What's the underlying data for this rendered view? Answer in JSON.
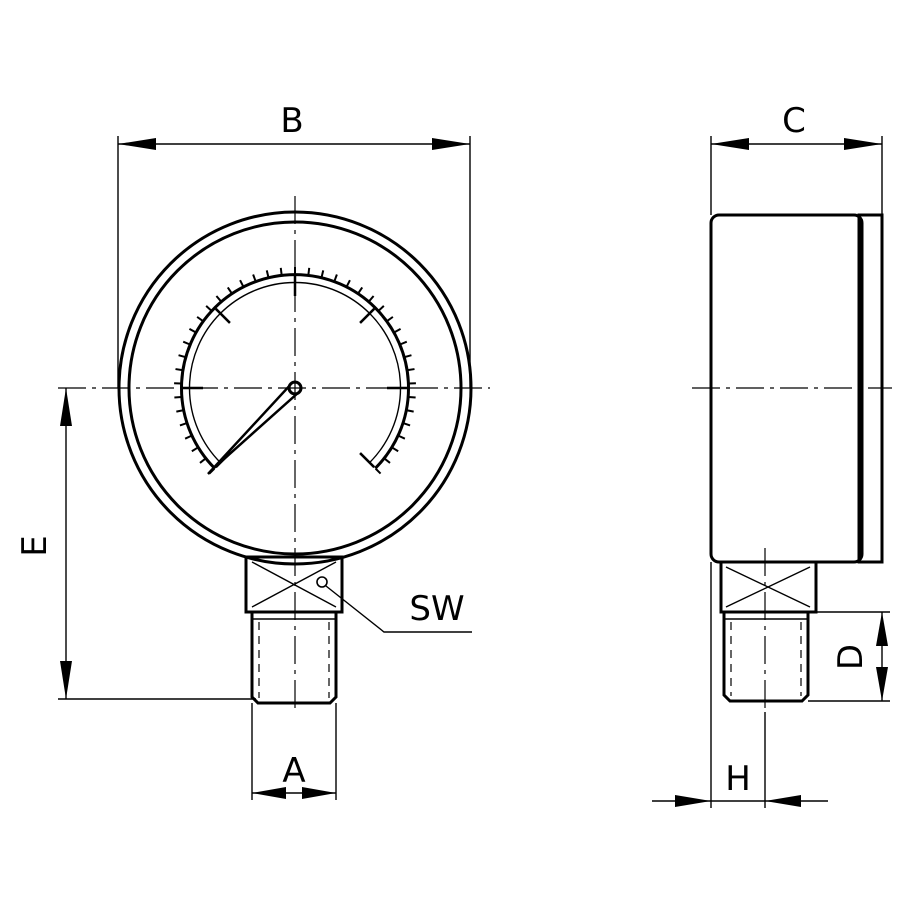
{
  "labels": {
    "b": "B",
    "c": "C",
    "e": "E",
    "sw": "SW",
    "a": "A",
    "h": "H",
    "d": "D"
  },
  "colors": {
    "line": "#000000",
    "background": "#ffffff"
  }
}
